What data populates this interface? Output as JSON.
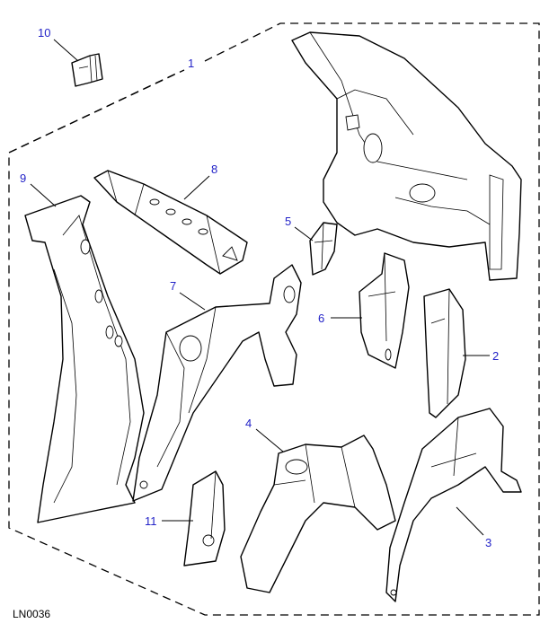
{
  "diagram": {
    "reference_code": "LN0036",
    "callout_color": "#2323c8",
    "assembly_label": "1",
    "parts": [
      {
        "id": "2"
      },
      {
        "id": "3"
      },
      {
        "id": "4"
      },
      {
        "id": "5"
      },
      {
        "id": "6"
      },
      {
        "id": "7"
      },
      {
        "id": "8"
      },
      {
        "id": "9"
      },
      {
        "id": "10"
      },
      {
        "id": "11"
      }
    ]
  }
}
